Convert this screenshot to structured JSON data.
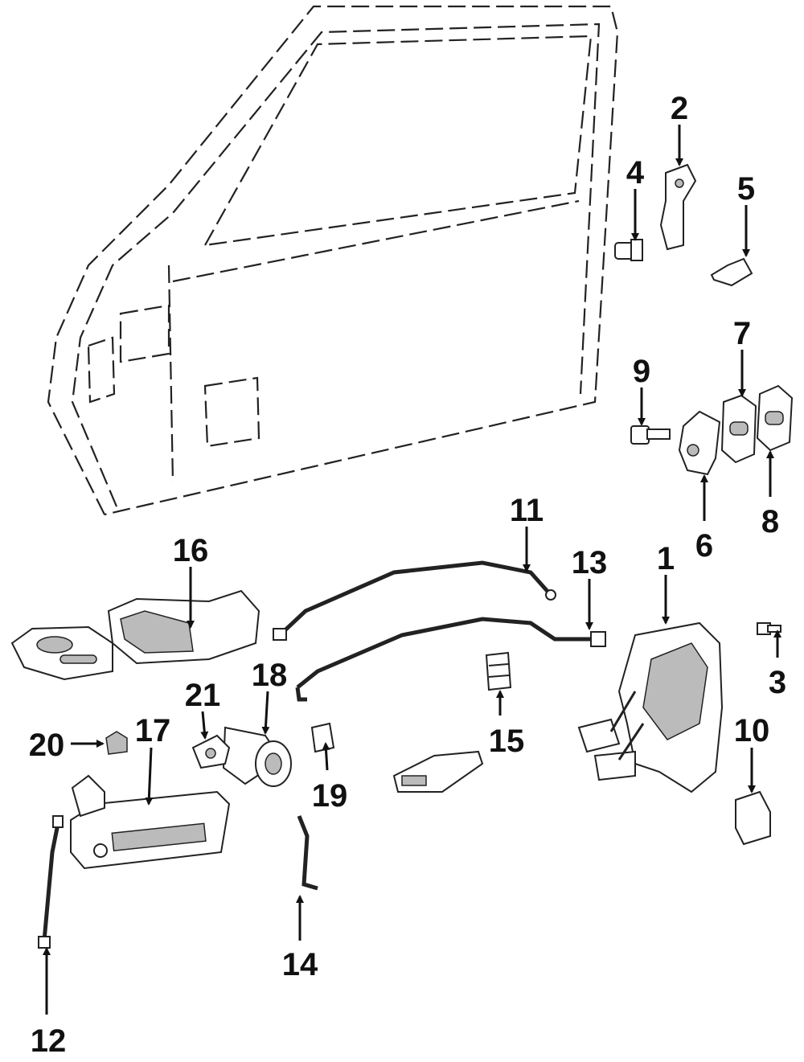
{
  "diagram": {
    "callouts": {
      "p1": "1",
      "p2": "2",
      "p3": "3",
      "p4": "4",
      "p5": "5",
      "p6": "6",
      "p7": "7",
      "p8": "8",
      "p9": "9",
      "p10": "10",
      "p11": "11",
      "p12": "12",
      "p13": "13",
      "p14": "14",
      "p15": "15",
      "p16": "16",
      "p17": "17",
      "p18": "18",
      "p19": "19",
      "p20": "20",
      "p21": "21"
    },
    "colors": {
      "ink": "#111111",
      "background": "#ffffff",
      "shading": "#bbbbbb"
    }
  }
}
